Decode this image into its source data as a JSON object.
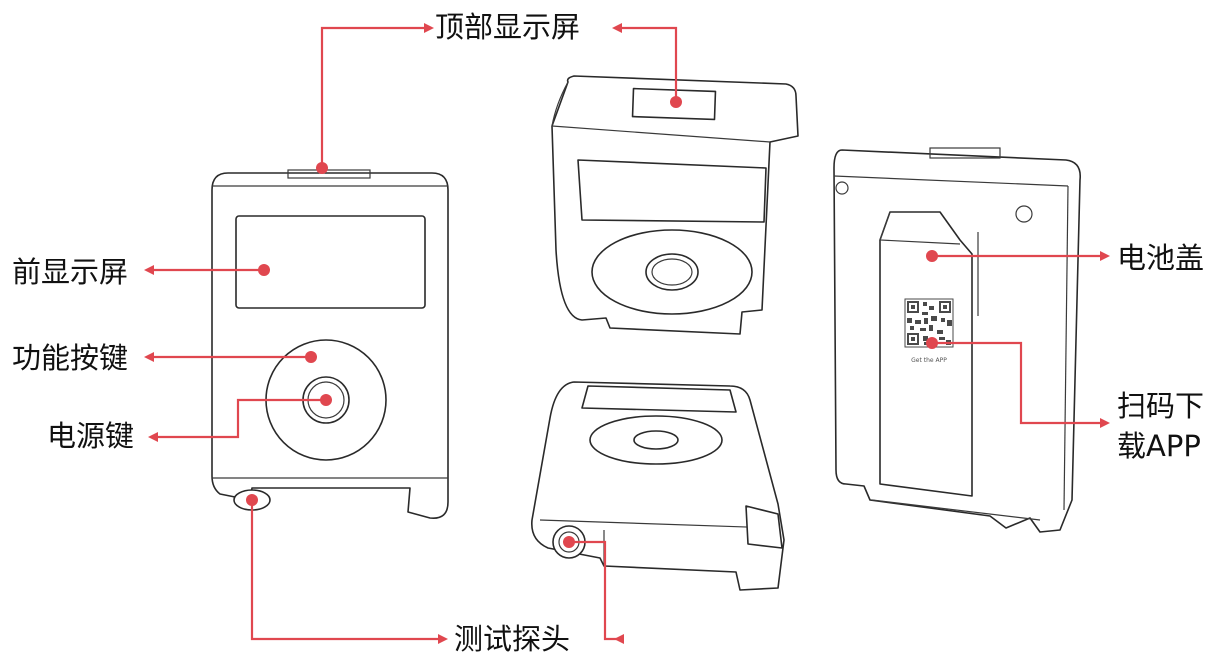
{
  "labels": {
    "top_display": "顶部显示屏",
    "front_display": "前显示屏",
    "function_keys": "功能按键",
    "power_key": "电源键",
    "test_probe": "测试探头",
    "battery_cover": "电池盖",
    "scan_download_line1": "扫码下",
    "scan_download_line2": "载APP"
  },
  "qr_caption": "Get the APP",
  "colors": {
    "leader": "#e0474f",
    "outline": "#2a2a2a",
    "background": "#ffffff"
  }
}
